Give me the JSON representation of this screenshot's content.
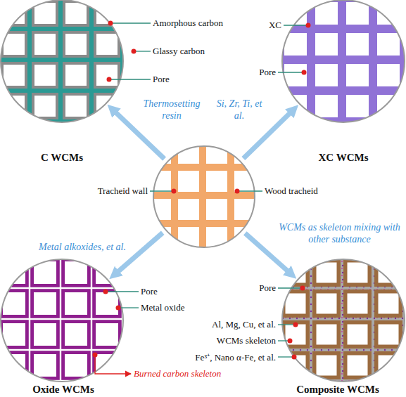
{
  "diagram": {
    "nodes": [
      {
        "text": [
          "C WCMs"
        ]
      },
      {
        "text": [
          "XC WCMs"
        ]
      },
      {
        "text": [
          "Tracheid wall",
          "Wood tracheid"
        ]
      },
      {
        "text": [
          "Oxide WCMs"
        ]
      },
      {
        "text": [
          "Composite WCMs"
        ]
      }
    ],
    "edges": [
      {
        "from": 2,
        "to": 0,
        "arrow": "to",
        "label": "Thermosetting resin"
      },
      {
        "from": 2,
        "to": 1,
        "arrow": "to",
        "label": "Si, Zr, Ti, et al."
      },
      {
        "from": 2,
        "to": 3,
        "arrow": "to",
        "label": "Metal alkoxides, et al."
      },
      {
        "from": 2,
        "to": 4,
        "arrow": "to",
        "label": "WCMs as skeleton mixing with other substance"
      }
    ],
    "labels": [
      "Amorphous carbon",
      "Glassy carbon",
      "Pore",
      "XC",
      "Pore",
      "Pore",
      "Metal oxide",
      "Burned carbon skeleton",
      "Pore",
      "Al, Mg, Cu, et al.",
      "WCMs skeleton",
      "Fe³⁺, Nano α-Fe, et al."
    ]
  }
}
